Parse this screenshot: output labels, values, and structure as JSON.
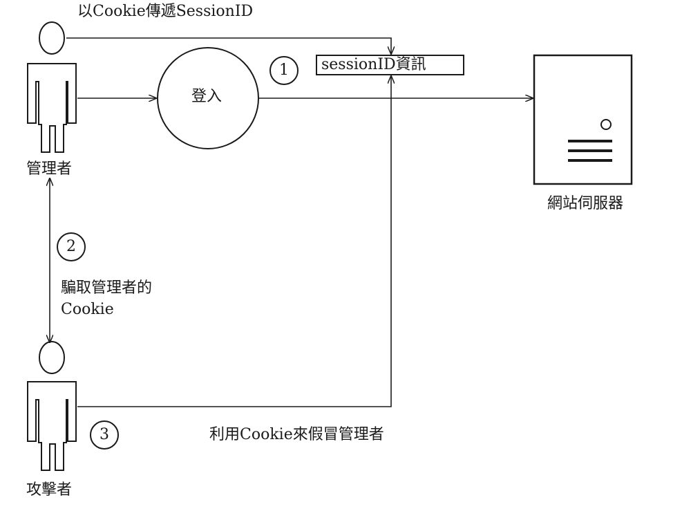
{
  "labels": {
    "cookie_sessionid": "以Cookie傳遞SessionID",
    "sessionid_info": "sessionID資訊",
    "login": "登入",
    "admin": "管理者",
    "server": "網站伺服器",
    "steal_cookie_line1": "騙取管理者的",
    "steal_cookie_line2": "Cookie",
    "attacker": "攻擊者",
    "impersonate": "利用Cookie來假冒管理者"
  },
  "steps": [
    "1",
    "2",
    "3"
  ],
  "colors": {
    "stroke": "#1a1a1a",
    "background": "#ffffff"
  }
}
